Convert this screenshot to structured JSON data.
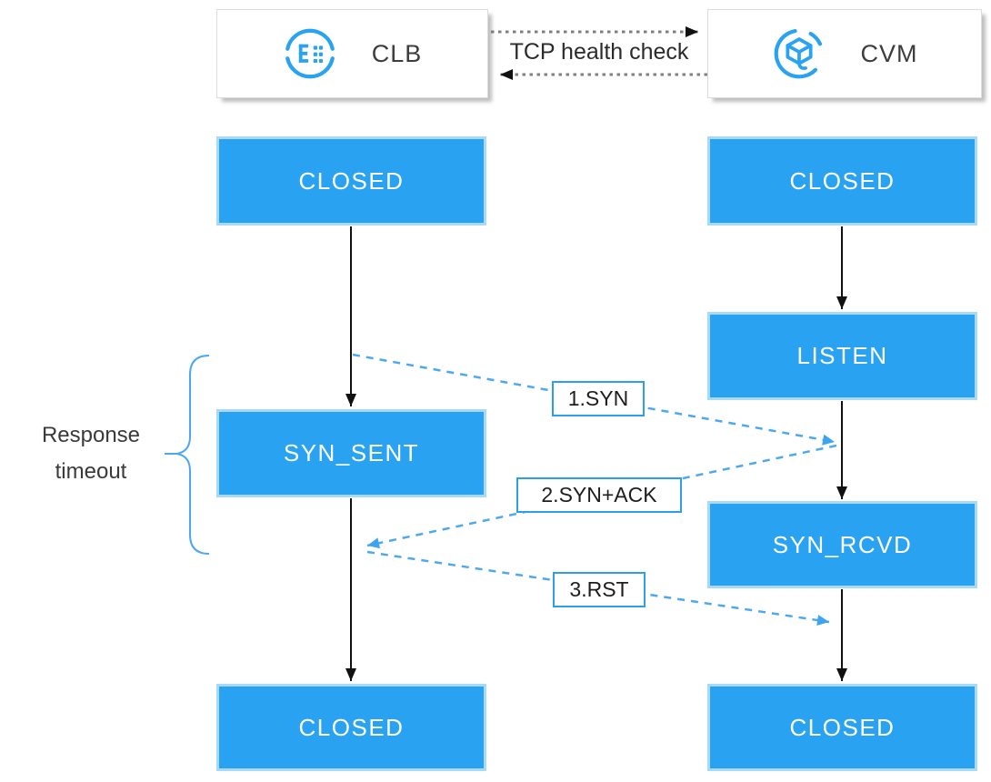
{
  "colors": {
    "accent_blue": "#2aa2f2",
    "state_box_fill": "#2aa2f2",
    "state_box_border": "#a9d9f8",
    "dashed_line_blue": "#4ea8ec",
    "message_label_border": "#2d9ee9",
    "transition_arrow_black": "#111111",
    "health_check_dotted_gray": "#7f7f7f",
    "text_dark": "#3a3a3a",
    "state_text_white": "#ffffff"
  },
  "header": {
    "clb": {
      "label": "CLB",
      "icon": "clb-load-balancer-icon"
    },
    "cvm": {
      "label": "CVM",
      "icon": "cvm-server-icon"
    },
    "link_label": "TCP health check"
  },
  "clb_states": [
    "CLOSED",
    "SYN_SENT",
    "CLOSED"
  ],
  "cvm_states": [
    "CLOSED",
    "LISTEN",
    "SYN_RCVD",
    "CLOSED"
  ],
  "messages": [
    "1.SYN",
    "2.SYN+ACK",
    "3.RST"
  ],
  "side_note": "Response timeout"
}
